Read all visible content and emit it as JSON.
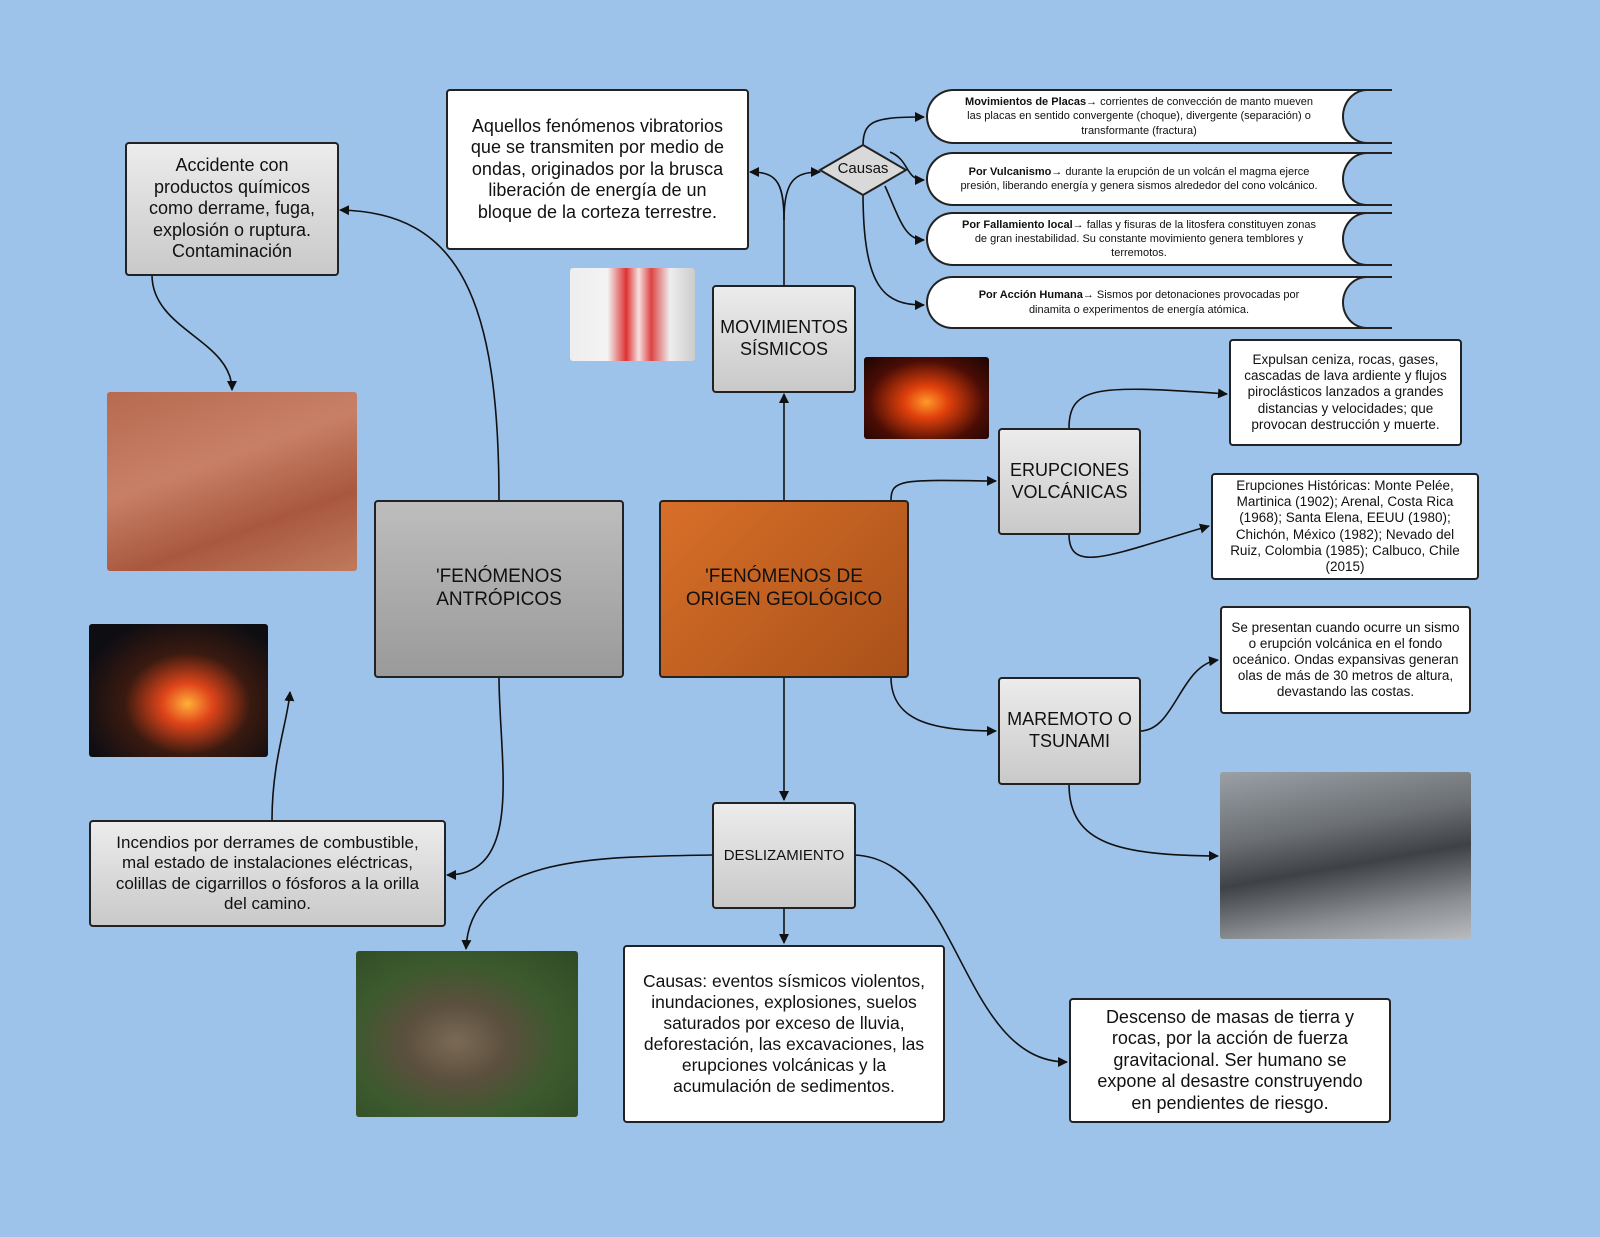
{
  "center": "'FENÓMENOS DE ORIGEN GEOLÓGICO",
  "antropicos": {
    "title": "'FENÓMENOS ANTRÓPICOS",
    "accidente": "Accidente con productos químicos como derrame, fuga, explosión o ruptura. Contaminación",
    "incendios": "Incendios por derrames de combustible, mal estado de instalaciones eléctricas, colillas de cigarrillos o fósforos a la orilla del camino."
  },
  "sismicos": {
    "title": "MOVIMIENTOS SÍSMICOS",
    "definition": "Aquellos fenómenos vibratorios que se transmiten por medio de ondas, originados por la brusca liberación de energía de un bloque de la corteza terrestre.",
    "causas_label": "Causas",
    "causas": [
      {
        "bold": "Movimientos de Placas",
        "text": "→ corrientes de convección de manto mueven las placas en sentido convergente (choque), divergente (separación) o transformante (fractura)"
      },
      {
        "bold": "Por Vulcanismo",
        "text": "→ durante la erupción de un volcán el magma ejerce presión, liberando energía y genera sismos alrededor del cono volcánico."
      },
      {
        "bold": "Por Fallamiento local",
        "text": "→ fallas y fisuras de la litosfera constituyen zonas de gran inestabilidad. Su constante movimiento genera temblores y terremotos."
      },
      {
        "bold": "Por Acción Humana",
        "text": "→ Sismos por detonaciones provocadas por dinamita o experimentos de energía atómica."
      }
    ]
  },
  "erupciones": {
    "title": "ERUPCIONES VOLCÁNICAS",
    "effects": "Expulsan ceniza, rocas, gases, cascadas de lava ardiente y flujos piroclásticos lanzados a grandes distancias y velocidades; que provocan destrucción y muerte.",
    "historicas": "Erupciones Históricas: Monte Pelée, Martinica (1902); Arenal, Costa Rica (1968); Santa Elena, EEUU (1980); Chichón, México (1982); Nevado del Ruiz, Colombia (1985); Calbuco, Chile (2015)"
  },
  "maremoto": {
    "title": "MAREMOTO O TSUNAMI",
    "description": "Se presentan cuando ocurre un sismo o erupción volcánica en el fondo oceánico. Ondas expansivas generan olas de más de 30 metros de altura, devastando las costas."
  },
  "deslizamiento": {
    "title": "DESLIZAMIENTO",
    "causas": "Causas: eventos sísmicos violentos, inundaciones, explosiones, suelos saturados por exceso de lluvia, deforestación, las excavaciones, las erupciones volcánicas y la acumulación de sedimentos.",
    "definition": "Descenso de masas de tierra y rocas, por la acción de fuerza gravitacional. Ser humano se expone al desastre construyendo en pendientes de riesgo."
  }
}
